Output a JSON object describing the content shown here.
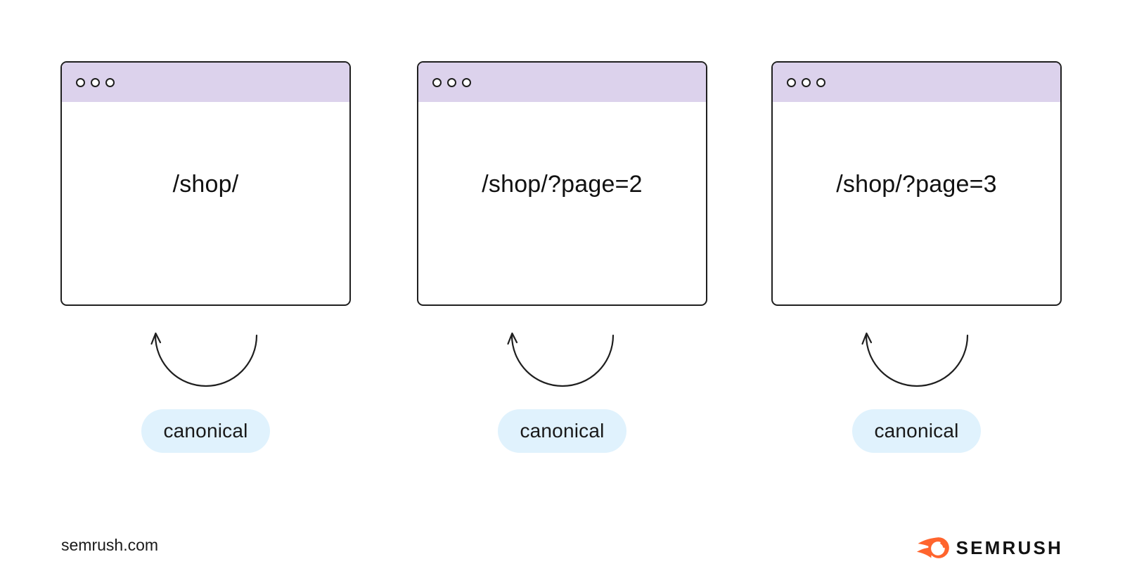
{
  "diagram": {
    "windows": [
      {
        "url": "/shop/",
        "canonical_label": "canonical"
      },
      {
        "url": "/shop/?page=2",
        "canonical_label": "canonical"
      },
      {
        "url": "/shop/?page=3",
        "canonical_label": "canonical"
      }
    ]
  },
  "footer": {
    "site_text": "semrush.com",
    "brand_name": "SEMRUSH"
  },
  "icons": {
    "window_controls": "three-circle-window-dots",
    "loop_arrow": "self-referencing-canonical-arrow",
    "brand_flame": "semrush-flame-icon"
  },
  "colors": {
    "background": "#ffffff",
    "titlebar_purple": "#dcd2ec",
    "outline_dark": "#1f1f1f",
    "badge_blue": "#e0f2fd",
    "text_dark": "#111111",
    "brand_orange": "#ff642d"
  }
}
